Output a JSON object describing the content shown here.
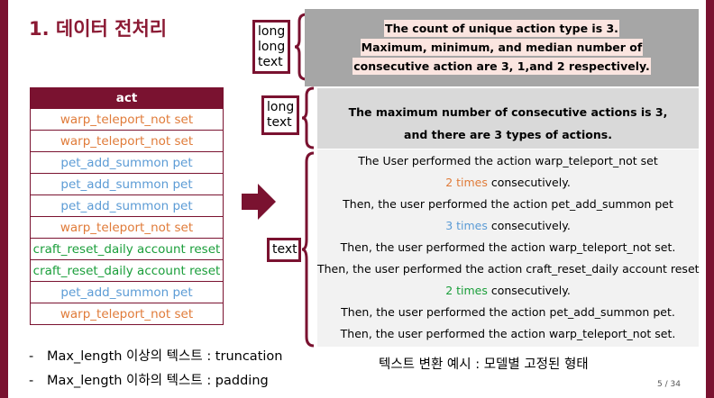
{
  "title": "1. 데이터 전처리",
  "table": {
    "header": "act",
    "rows": [
      {
        "text": "warp_teleport_not set",
        "color": "#e07b39"
      },
      {
        "text": "warp_teleport_not set",
        "color": "#e07b39"
      },
      {
        "text": "pet_add_summon pet",
        "color": "#5b9bd5"
      },
      {
        "text": "pet_add_summon pet",
        "color": "#5b9bd5"
      },
      {
        "text": "pet_add_summon pet",
        "color": "#5b9bd5"
      },
      {
        "text": "warp_teleport_not set",
        "color": "#e07b39"
      },
      {
        "text": "craft_reset_daily account reset",
        "color": "#1a9e3a"
      },
      {
        "text": "craft_reset_daily account reset",
        "color": "#1a9e3a"
      },
      {
        "text": "pet_add_summon pet",
        "color": "#5b9bd5"
      },
      {
        "text": "warp_teleport_not set",
        "color": "#e07b39"
      }
    ]
  },
  "labels": {
    "long_long_text": [
      "long",
      "long",
      "text"
    ],
    "long_text": [
      "long",
      "text"
    ],
    "text": [
      "text"
    ]
  },
  "panel_long_long": {
    "lines": [
      "The count of unique action type is 3.",
      "Maximum, minimum, and median number of",
      "consecutive action are 3, 1,and 2 respectively."
    ]
  },
  "panel_long": {
    "lines": [
      "The maximum number of consecutive actions is 3,",
      "and there are 3 types of actions."
    ]
  },
  "panel_text": {
    "line1": "The User performed the action warp_teleport_not set",
    "line2_count": "2 times",
    "line2_rest": " consecutively.",
    "line3": "Then, the user performed the action pet_add_summon pet",
    "line4_count": "3 times",
    "line4_rest": " consecutively.",
    "line5": "Then, the user performed the action warp_teleport_not set.",
    "line6": "Then, the user performed the action craft_reset_daily account reset",
    "line7_count": "2 times",
    "line7_rest": " consecutively.",
    "line8": "Then, the user performed the action pet_add_summon pet.",
    "line9": "Then, the user performed the action warp_teleport_not set."
  },
  "bullets": [
    {
      "dash": "-",
      "text": "Max_length 이상의 텍스트 : truncation"
    },
    {
      "dash": "-",
      "text": "Max_length 이하의 텍스트 : padding"
    }
  ],
  "caption": "텍스트 변환 예시 : 모델별 고정된 형태",
  "page_number": "5 / 34",
  "colors": {
    "accent": "#7a1230",
    "warp": "#e07b39",
    "pet": "#5b9bd5",
    "craft": "#1a9e3a"
  }
}
